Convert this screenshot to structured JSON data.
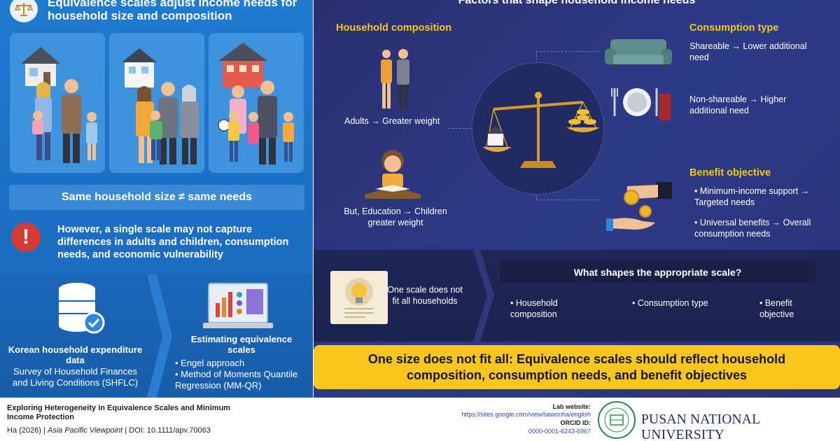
{
  "left": {
    "title": "Equivalence scales adjust income needs for household size and composition",
    "banner": "Same household size ≠ same needs",
    "alert_text": "However, a single scale may not capture differences in adults and children, consumption needs, and economic vulnerability",
    "data_source": {
      "title": "Korean household expenditure data",
      "subtitle": "Survey of Household Finances and Living Conditions (SHFLC)"
    },
    "estimating": {
      "title": "Estimating equivalence scales",
      "items": [
        "• Engel approach",
        "• Method of Moments Quantile Regression (MM-QR)"
      ]
    }
  },
  "right": {
    "title": "Factors that shape household income needs",
    "household_composition": {
      "title": "Household composition",
      "adults": "Adults → Greater weight",
      "children": "But, Education → Children greater weight"
    },
    "consumption_type": {
      "title": "Consumption type",
      "shareable": "Shareable → Lower additional need",
      "non_shareable": "Non-shareable → Higher additional need"
    },
    "benefit_objective": {
      "title": "Benefit objective",
      "item1": "• Minimum-income support → Targeted needs",
      "item2": "• Universal benefits → Overall consumption needs"
    },
    "one_scale": "One scale does not fit all households",
    "shapes_title": "What shapes the appropriate scale?",
    "shapes": [
      "• Household composition",
      "• Consumption type",
      "• Benefit objective"
    ],
    "conclusion": "One size does not fit all: Equivalence scales should reflect household composition, consumption needs, and benefit objectives"
  },
  "footer": {
    "paper_title": "Exploring Heterogeneity in Equivalence Scales and Minimum Income Protection",
    "cite_author": "Ha (2026) | ",
    "cite_journal": "Asia Pacific Viewpoint",
    "cite_doi": " | DOI: 10.1111/apv.70063",
    "lab_label": "Lab website:",
    "lab_url": "https://sites.google.com/view/taiwonha/english",
    "orcid_label": "ORCID ID:",
    "orcid_value": "0000-0001-6243-6967",
    "university": "PUSAN NATIONAL UNIVERSITY"
  },
  "colors": {
    "left_blue": "#1f7ad0",
    "right_navy": "#2a2f6e",
    "accent_yellow": "#f7c71b",
    "alert_red": "#d63a35"
  },
  "icons": [
    "scale-icon",
    "house-icon",
    "family-icon",
    "alert-icon",
    "database-icon",
    "check-icon",
    "laptop-chart-icon",
    "balance-scale-icon",
    "sofa-icon",
    "plate-cutlery-icon",
    "money-hand-icon",
    "lightbulb-icon",
    "university-seal-icon"
  ]
}
